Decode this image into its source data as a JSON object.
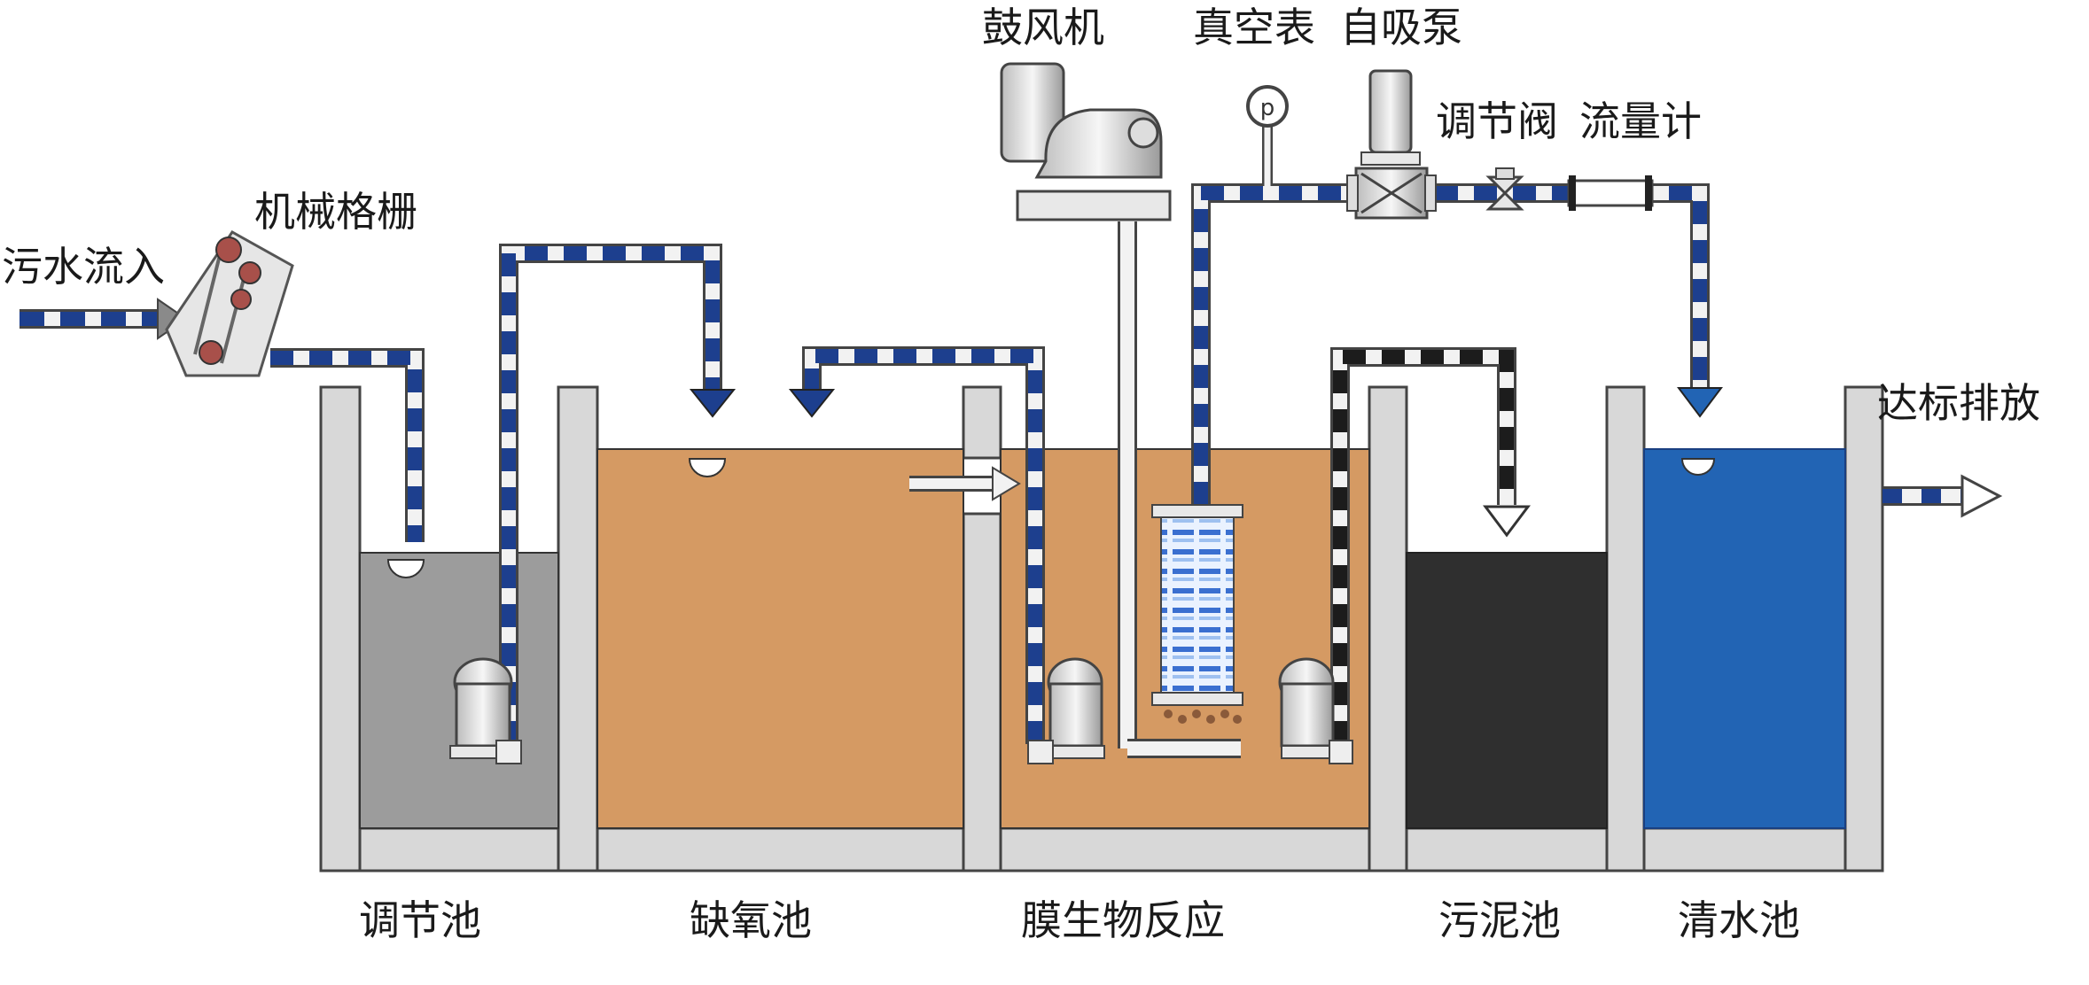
{
  "labels": {
    "inflow": "污水流入",
    "screen": "机械格栅",
    "blower": "鼓风机",
    "vacuum_gauge": "真空表",
    "self_priming_pump": "自吸泵",
    "control_valve": "调节阀",
    "flow_meter": "流量计",
    "discharge": "达标排放",
    "tank_regulating": "调节池",
    "tank_anoxic": "缺氧池",
    "tank_mbr": "膜生物反应",
    "tank_sludge": "污泥池",
    "tank_clear": "清水池"
  },
  "colors": {
    "wall": "#d8d8d8",
    "wall_edge": "#444444",
    "water_regulating": "#9c9c9c",
    "water_anoxic": "#d59a63",
    "water_mbr": "#d59a63",
    "water_sludge": "#2f2f2f",
    "water_clear": "#2264b4",
    "pipe_blue": "#1d3f8e",
    "pipe_black": "#1c1c1c",
    "pipe_light": "#f2f2f2"
  }
}
